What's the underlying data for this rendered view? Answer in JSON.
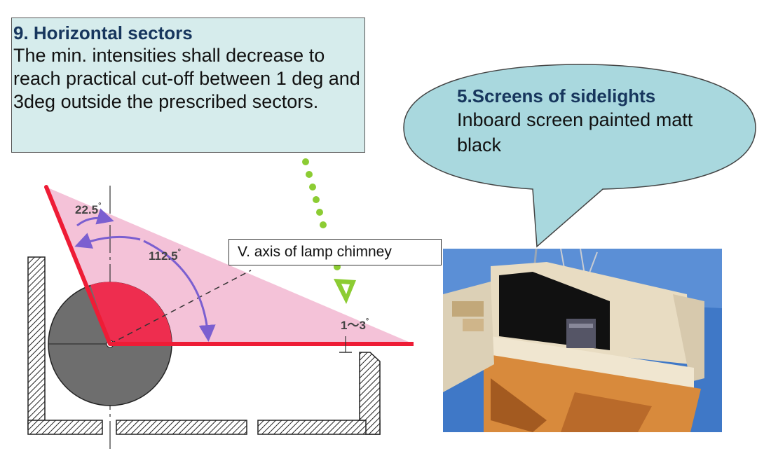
{
  "sectors_callout": {
    "title": "9. Horizontal sectors",
    "body": "The min. intensities shall decrease to reach practical cut-off between 1 deg and 3deg outside the prescribed sectors."
  },
  "screens_callout": {
    "title": "5.Screens of sidelights",
    "body": "Inboard screen painted matt black"
  },
  "axis_label": "V. axis of lamp chimney",
  "angles": {
    "small": "22.5",
    "large": "112.5",
    "cutoff": "1～3",
    "degree_mark": "°"
  },
  "colors": {
    "sector_fill": "#f4c2d8",
    "sector_edge": "#ee1c36",
    "lamp_lit": "#ee2d4f",
    "lamp_dark": "#6e6e6e",
    "arrow": "#7b5fd0",
    "pointer_green": "#8ccc33",
    "callout_bg": "#d6ecec",
    "bubble_bg": "#a9d8de",
    "title_blue": "#17365d"
  }
}
